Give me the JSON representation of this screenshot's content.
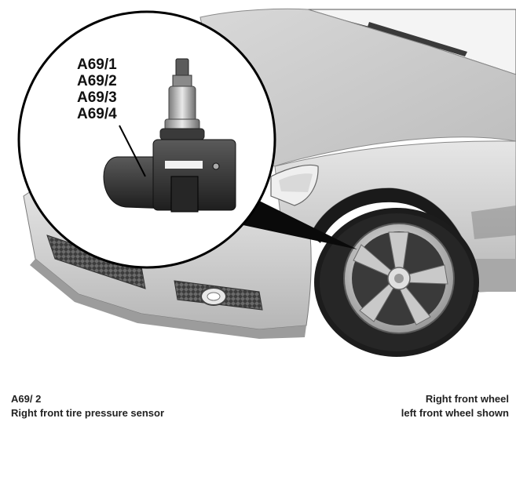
{
  "illustration": {
    "subject": "Mercedes front bumper with right front wheel and tire pressure sensor inset",
    "icons": [
      "car-front-illustration",
      "wheel-icon",
      "tire-pressure-sensor-icon",
      "inset-magnifier-circle"
    ]
  },
  "inset": {
    "labels": [
      "A69/1",
      "A69/2",
      "A69/3",
      "A69/4"
    ]
  },
  "caption": {
    "left": {
      "code": "A69/ 2",
      "description": "Right front tire pressure sensor"
    },
    "right": {
      "line1": "Right front wheel",
      "line2": "left front wheel shown"
    }
  }
}
